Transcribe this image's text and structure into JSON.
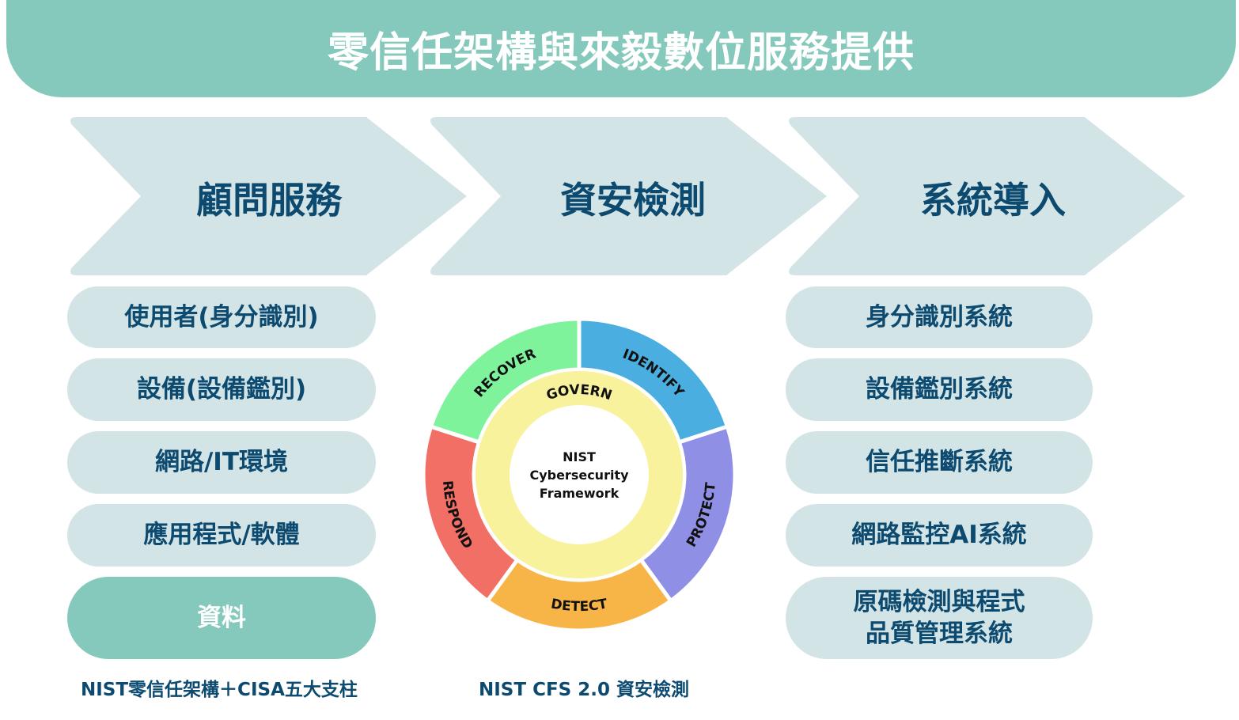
{
  "title": "零信任架構與來毅數位服務提供",
  "stages": [
    {
      "label": "顧問服務"
    },
    {
      "label": "資安檢測"
    },
    {
      "label": "系統導入"
    }
  ],
  "consulting_items": [
    "使用者(身分識別)",
    "設備(設備鑑別)",
    "網路/IT環境",
    "應用程式/軟體",
    "資料"
  ],
  "system_items": [
    "身分識別系統",
    "設備鑑別系統",
    "信任推斷系統",
    "網路監控AI系統",
    "原碼檢測與程式\n品質管理系統"
  ],
  "nist_wheel": {
    "center_lines": [
      "NIST",
      "Cybersecurity",
      "Framework"
    ],
    "core": "GOVERN",
    "functions": [
      {
        "label": "IDENTIFY",
        "color": "#4aaee0"
      },
      {
        "label": "PROTECT",
        "color": "#8f8fe6"
      },
      {
        "label": "DETECT",
        "color": "#f8b547"
      },
      {
        "label": "RESPOND",
        "color": "#f26f66"
      },
      {
        "label": "RECOVER",
        "color": "#7ff29c"
      }
    ],
    "core_color": "#f8f29c"
  },
  "captions": {
    "left": "NIST零信任架構＋CISA五大支柱",
    "middle": "NIST CFS 2.0 資安檢測"
  },
  "colors": {
    "accent": "#84c9bb",
    "panel": "#d3e4e6",
    "text": "#0d4a70"
  }
}
